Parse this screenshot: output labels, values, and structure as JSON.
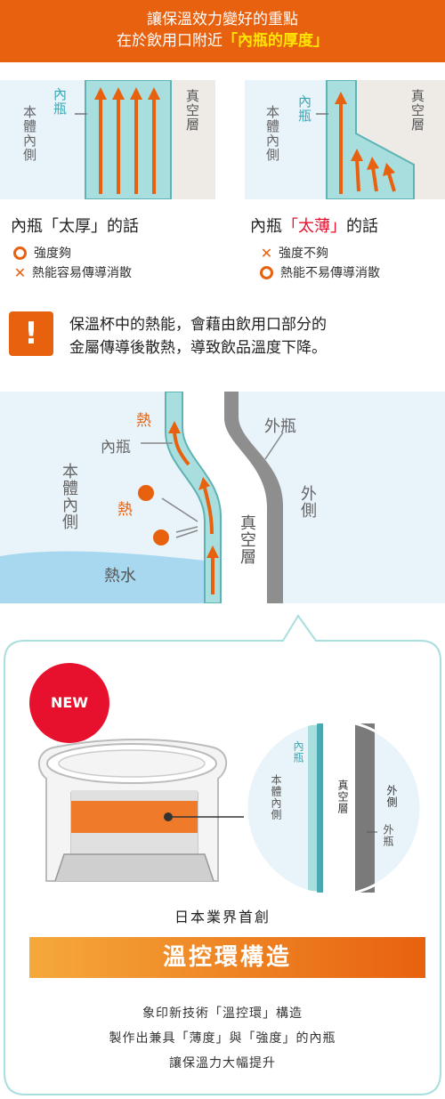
{
  "banner": {
    "line1": "讓保溫效力變好的重點",
    "line2_prefix": "在於飲用口附近",
    "line2_highlight": "「內瓶的厚度」"
  },
  "panel_thick": {
    "inner_label": "內瓶",
    "body_label": "本體內側",
    "vacuum_label": "真空層",
    "caption_prefix": "內瓶「太厚」的話",
    "bullet1": "強度夠",
    "bullet2": "熱能容易傳導消散"
  },
  "panel_thin": {
    "inner_label": "內瓶",
    "body_label": "本體內側",
    "vacuum_label": "真空層",
    "caption_prefix": "內瓶",
    "caption_highlight": "「太薄」",
    "caption_suffix": "的話",
    "bullet1": "強度不夠",
    "bullet2": "熱能不易傳導消散"
  },
  "warning": {
    "icon": "!",
    "text_line1": "保溫杯中的熱能，會藉由飲用口部分的",
    "text_line2": "金屬傳導後散熱，導致飲品溫度下降。"
  },
  "cross_section": {
    "heat_label_top": "熱",
    "heat_label_mid": "熱",
    "inner_label": "內瓶",
    "outer_label": "外瓶",
    "body_label": "本體內側",
    "outer_side_label": "外側",
    "vacuum_label": "真空層",
    "hot_water_label": "熱水"
  },
  "product": {
    "new_badge": "NEW",
    "zoom_inner_label": "內瓶",
    "zoom_body_label": "本體內側",
    "zoom_vacuum_label": "真空層",
    "zoom_outer_side_label": "外側",
    "zoom_outer_label": "外瓶",
    "first_in_japan": "日本業界首創",
    "product_name": "溫控環構造",
    "desc_line1": "象印新技術「溫控環」構造",
    "desc_line2": "製作出兼具「薄度」與「強度」的內瓶",
    "desc_line3": "讓保溫力大幅提升"
  },
  "colors": {
    "orange": "#e8610f",
    "teal_inner": "#a9dede",
    "vacuum_gray": "#eeeae6",
    "light_blue_bg": "#e9f3fa",
    "water_blue": "#a8d8f0",
    "red_badge": "#e8112d"
  }
}
